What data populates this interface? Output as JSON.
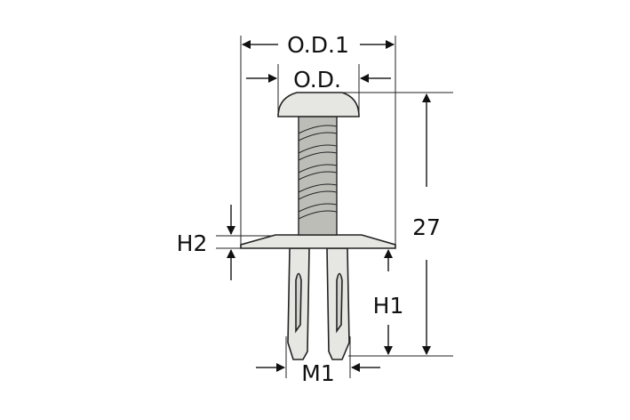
{
  "labels": {
    "od1": "O.D.1",
    "od": "O.D.",
    "length": "27",
    "h2": "H2",
    "h1": "H1",
    "m1": "M1"
  },
  "colors": {
    "part": "#e6e6e2",
    "thread": "#bdbdb8",
    "line": "#222222"
  }
}
